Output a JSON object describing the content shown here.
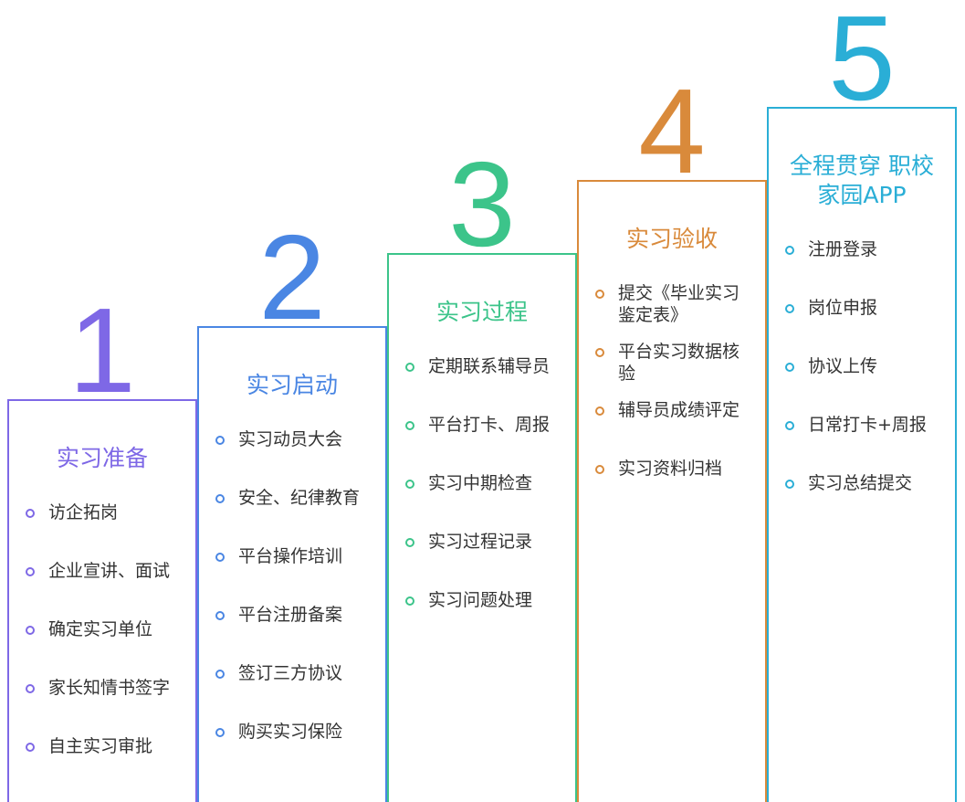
{
  "steps": [
    {
      "number": "1",
      "title": "实习准备",
      "color": "#7e68e6",
      "items": [
        "访企拓岗",
        "企业宣讲、面试",
        "确定实习单位",
        "家长知情书签字",
        "自主实习审批"
      ]
    },
    {
      "number": "2",
      "title": "实习启动",
      "color": "#4a86e3",
      "items": [
        "实习动员大会",
        "安全、纪律教育",
        "平台操作培训",
        "平台注册备案",
        "签订三方协议",
        "购买实习保险"
      ]
    },
    {
      "number": "3",
      "title": "实习过程",
      "color": "#3cc48a",
      "items": [
        "定期联系辅导员",
        "平台打卡、周报",
        "实习中期检查",
        "实习过程记录",
        "实习问题处理"
      ]
    },
    {
      "number": "4",
      "title": "实习验收",
      "color": "#d98a3b",
      "items": [
        "提交《毕业实习鉴定表》",
        "平台实习数据核验",
        "辅导员成绩评定",
        "实习资料归档"
      ]
    },
    {
      "number": "5",
      "title": "全程贯穿 职校家园APP",
      "color": "#2aaed6",
      "items": [
        "注册登录",
        "岗位申报",
        "协议上传",
        "日常打卡+周报",
        "实习总结提交"
      ]
    }
  ]
}
